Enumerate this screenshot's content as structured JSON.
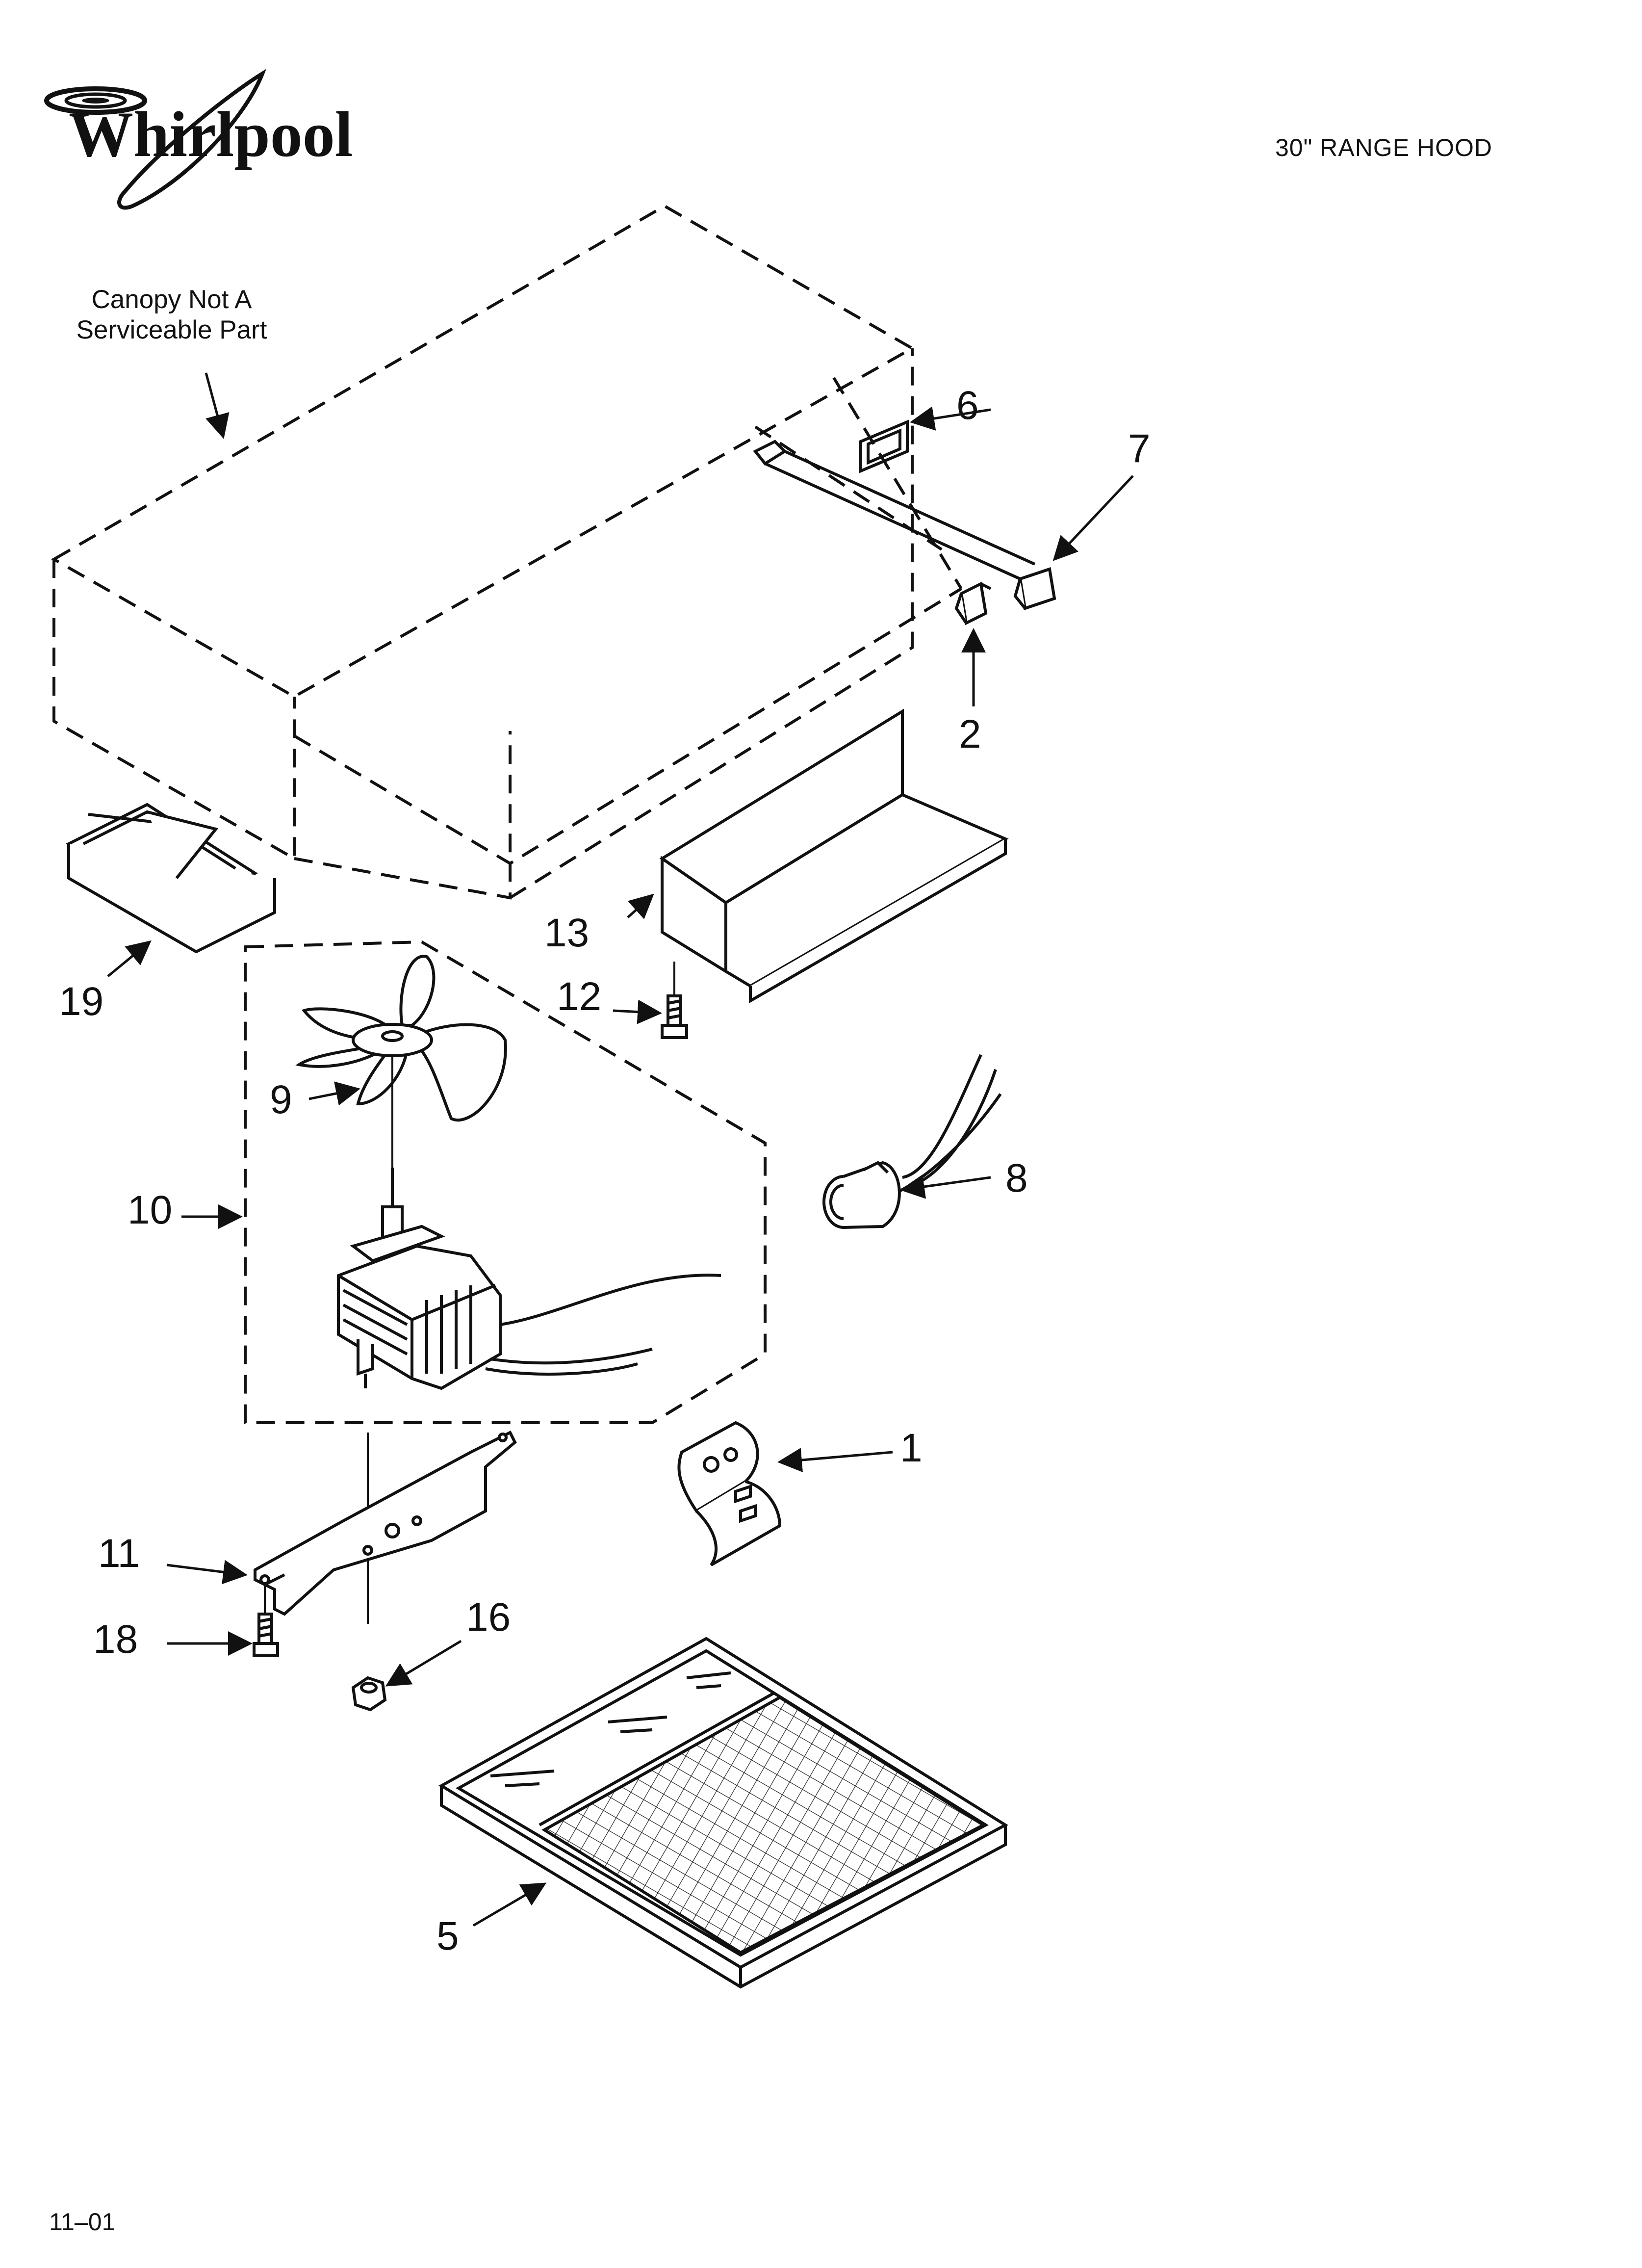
{
  "brand": {
    "logo_text": "Whirlpool"
  },
  "header": {
    "title": "30\" RANGE HOOD"
  },
  "note": {
    "canopy": "Canopy Not A Serviceable Part"
  },
  "footer": {
    "code": "11–01"
  },
  "callouts": {
    "c1": "1",
    "c2": "2",
    "c5": "5",
    "c6": "6",
    "c7": "7",
    "c8": "8",
    "c9": "9",
    "c10": "10",
    "c11": "11",
    "c12": "12",
    "c13": "13",
    "c16": "16",
    "c18": "18",
    "c19": "19"
  },
  "parts": [
    {
      "number": "1",
      "icon": "mounting-bracket-icon"
    },
    {
      "number": "2",
      "icon": "rocker-switch-icon"
    },
    {
      "number": "5",
      "icon": "grease-filter-icon"
    },
    {
      "number": "6",
      "icon": "lamp-lens-icon"
    },
    {
      "number": "7",
      "icon": "rocker-switch-icon"
    },
    {
      "number": "8",
      "icon": "lamp-socket-icon"
    },
    {
      "number": "9",
      "icon": "fan-blade-icon"
    },
    {
      "number": "10",
      "icon": "motor-assembly-icon"
    },
    {
      "number": "11",
      "icon": "motor-bracket-icon"
    },
    {
      "number": "12",
      "icon": "screw-icon"
    },
    {
      "number": "13",
      "icon": "control-panel-icon"
    },
    {
      "number": "16",
      "icon": "nut-icon"
    },
    {
      "number": "18",
      "icon": "screw-icon"
    },
    {
      "number": "19",
      "icon": "damper-icon"
    }
  ]
}
